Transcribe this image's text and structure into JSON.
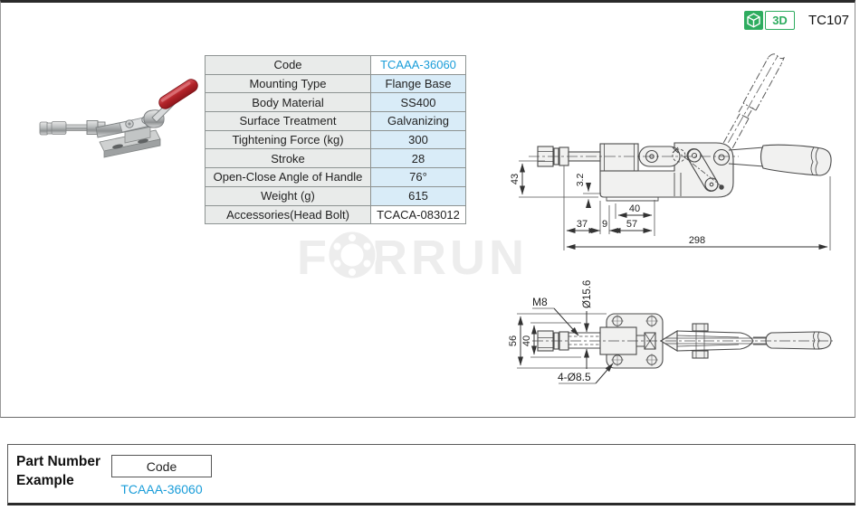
{
  "header": {
    "badge_3d_label": "3D",
    "page_code": "TC107",
    "cube_icon": "3d-cube-icon"
  },
  "colors": {
    "accent_blue": "#1a9dd9",
    "badge_green": "#2eac5f",
    "cell_gray": "#e9ebea",
    "cell_blue": "#d9ecf8",
    "handle_red": "#b22228",
    "drawing_line": "#4a4a4a",
    "watermark_gray": "#ededed"
  },
  "spec_table": {
    "rows": [
      {
        "label": "Code",
        "value": "TCAAA-36060"
      },
      {
        "label": "Mounting Type",
        "value": "Flange Base"
      },
      {
        "label": "Body Material",
        "value": "SS400"
      },
      {
        "label": "Surface Treatment",
        "value": "Galvanizing"
      },
      {
        "label": "Tightening Force (kg)",
        "value": "300"
      },
      {
        "label": "Stroke",
        "value": "28"
      },
      {
        "label": "Open-Close  Angle of Handle",
        "value": "76°"
      },
      {
        "label": "Weight (g)",
        "value": "615"
      },
      {
        "label": "Accessories(Head Bolt)",
        "value": "TCACA-083012"
      }
    ]
  },
  "drawings": {
    "side_view": {
      "d43": "43",
      "d32": "3.2",
      "d40": "40",
      "d37": "37",
      "d9": "9",
      "d57": "57",
      "d298": "298"
    },
    "top_view": {
      "m8": "M8",
      "d156": "Ø15.6",
      "d56": "56",
      "d40": "40",
      "holes": "4-Ø8.5"
    }
  },
  "watermark": {
    "text": "FORRUN"
  },
  "part_number_example": {
    "label_line1": "Part Number",
    "label_line2": "Example",
    "code_label": "Code",
    "code_value": "TCAAA-36060"
  }
}
